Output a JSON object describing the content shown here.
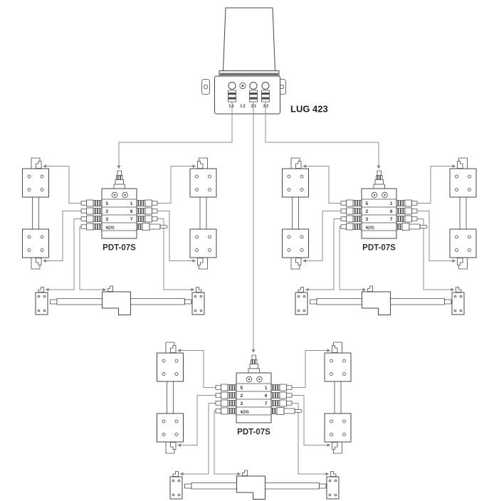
{
  "diagram": {
    "pump": {
      "label": "LUG 423",
      "ports": [
        "1.1",
        "1.2",
        "2.1",
        "2.2"
      ]
    },
    "distributor": {
      "model": "PDT-07S",
      "outlets_left": [
        "5",
        "2",
        "3"
      ],
      "outlets_right": [
        "1",
        "6",
        "7"
      ],
      "outlet_bottom": "4(2X)"
    },
    "groups": [
      "left",
      "right",
      "bottom"
    ],
    "colors": {
      "pipe": "#8e8e8e",
      "outline": "#454545",
      "text": "#2a2a2a",
      "background": "#ffffff"
    }
  }
}
